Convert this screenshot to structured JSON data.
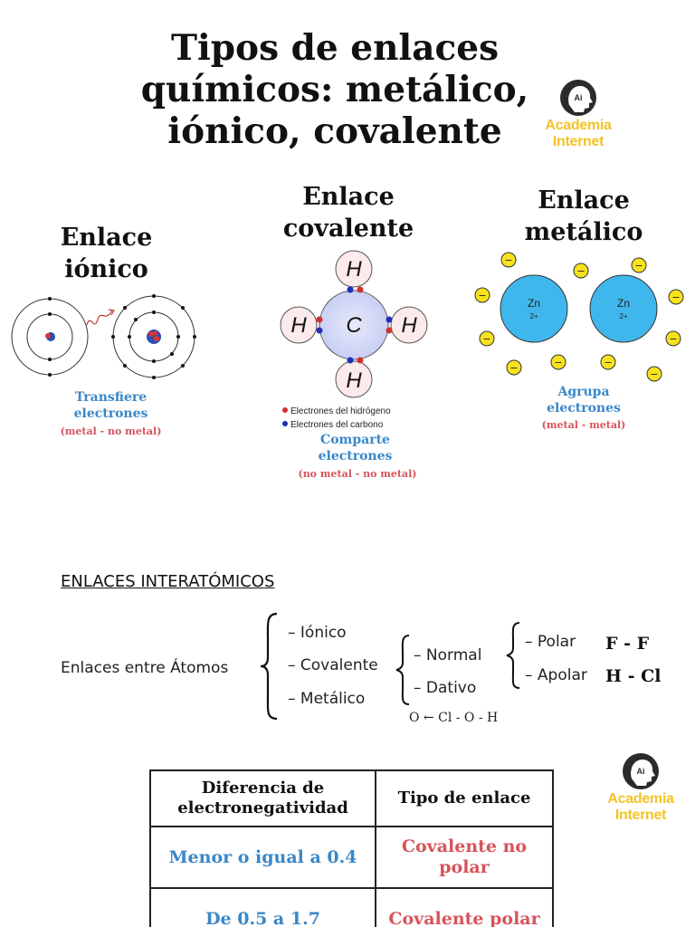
{
  "title": "Tipos de enlaces\nquímicos: metálico,\niónico, covalente",
  "logo": {
    "text": "Academia\nInternet",
    "badge": "Ai"
  },
  "ionic": {
    "title": "Enlace\niónico",
    "caption": "Transfiere\nelectrones",
    "note": "(metal - no metal)"
  },
  "covalent": {
    "title": "Enlace\ncovalente",
    "atoms": {
      "center": "C",
      "outer": "H"
    },
    "legend": [
      {
        "label": "Electrones del hidrógeno",
        "color": "#d32f2f"
      },
      {
        "label": "Electrones del carbono",
        "color": "#1f2fb5"
      }
    ],
    "caption": "Comparte\nelectrones",
    "note": "(no metal - no metal)"
  },
  "metallic": {
    "title": "Enlace\nmetálico",
    "ion_symbol": "Zn",
    "ion_charge": "2+",
    "electron_symbol": "−",
    "caption": "Agrupa\nelectrones",
    "note": "(metal - metal)"
  },
  "interatomic": {
    "heading": "ENLACES INTERATÓMICOS",
    "root": "Enlaces entre Átomos",
    "types": [
      "– Iónico",
      "– Covalente",
      "– Metálico"
    ],
    "covalent_types": [
      "– Normal",
      "– Dativo"
    ],
    "normal_types": [
      "– Polar",
      "– Apolar"
    ],
    "polar_example": "F - F",
    "apolar_example": "H - Cl",
    "dativo_example": "O ← Cl - O - H"
  },
  "table": {
    "headers": [
      "Diferencia de\nelectronegatividad",
      "Tipo de enlace"
    ],
    "rows": [
      [
        "Menor o igual a 0.4",
        "Covalente no\npolar"
      ],
      [
        "De 0.5 a 1.7",
        "Covalente polar"
      ]
    ]
  },
  "colors": {
    "caption_blue": "#3b87c8",
    "caption_red": "#d6545b",
    "logo_yellow": "#f3c325",
    "ion_blue": "#3fb7ec",
    "electron_yellow": "#f7e21d"
  }
}
